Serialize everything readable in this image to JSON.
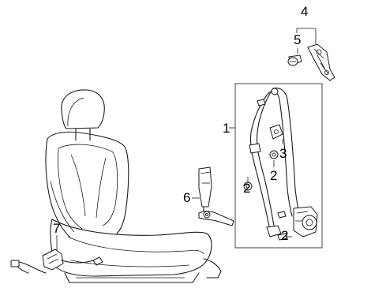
{
  "callouts": {
    "c1": "1",
    "c2a": "2",
    "c2b": "2",
    "c2c": "2",
    "c3": "3",
    "c4": "4",
    "c5": "5",
    "c6": "6",
    "c7": "7"
  }
}
